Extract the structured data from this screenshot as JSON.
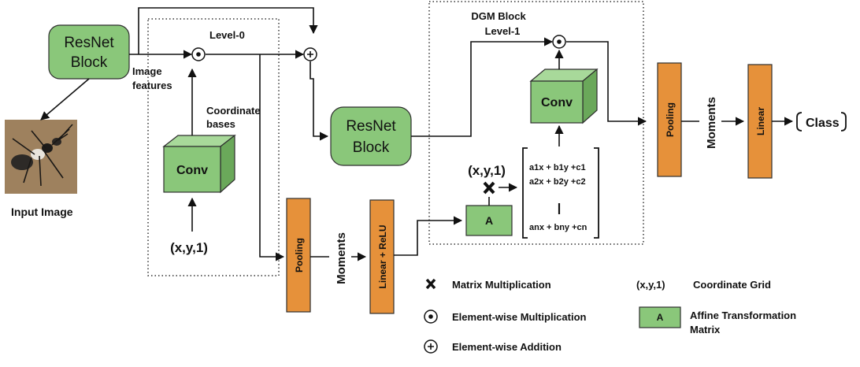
{
  "blocks": {
    "resnet1": [
      "ResNet",
      "Block"
    ],
    "resnet2": [
      "ResNet",
      "Block"
    ],
    "conv1": "Conv",
    "conv2": "Conv",
    "affine": "A",
    "pooling1": "Pooling",
    "pooling2": "Pooling",
    "linear_relu": "Linear + ReLU",
    "linear": "Linear"
  },
  "labels": {
    "input_image": "Input Image",
    "image_features": [
      "Image",
      "features"
    ],
    "coordinate_bases": [
      "Coordinate",
      "bases"
    ],
    "coord_input_1": "(x,y,1)",
    "coord_input_2": "(x,y,1)",
    "level0": "Level-0",
    "dgm_block": "DGM Block",
    "level1": "Level-1",
    "moments1": "Moments",
    "moments2": "Moments",
    "class_output": "Class"
  },
  "matrix_rows": [
    "a1x + b1y +c1",
    "a2x + b2y +c2",
    "anx + bny +cn"
  ],
  "legend": {
    "matrix_mult": "Matrix Multiplication",
    "elem_mult": "Element-wise Multiplication",
    "elem_add": "Element-wise Addition",
    "coord_symbol": "(x,y,1)",
    "coord_grid": "Coordinate Grid",
    "affine_symbol": "A",
    "affine_desc": [
      "Affine Transformation",
      "Matrix"
    ]
  },
  "colors": {
    "green": "#8ac77a",
    "orange": "#e6913a"
  }
}
